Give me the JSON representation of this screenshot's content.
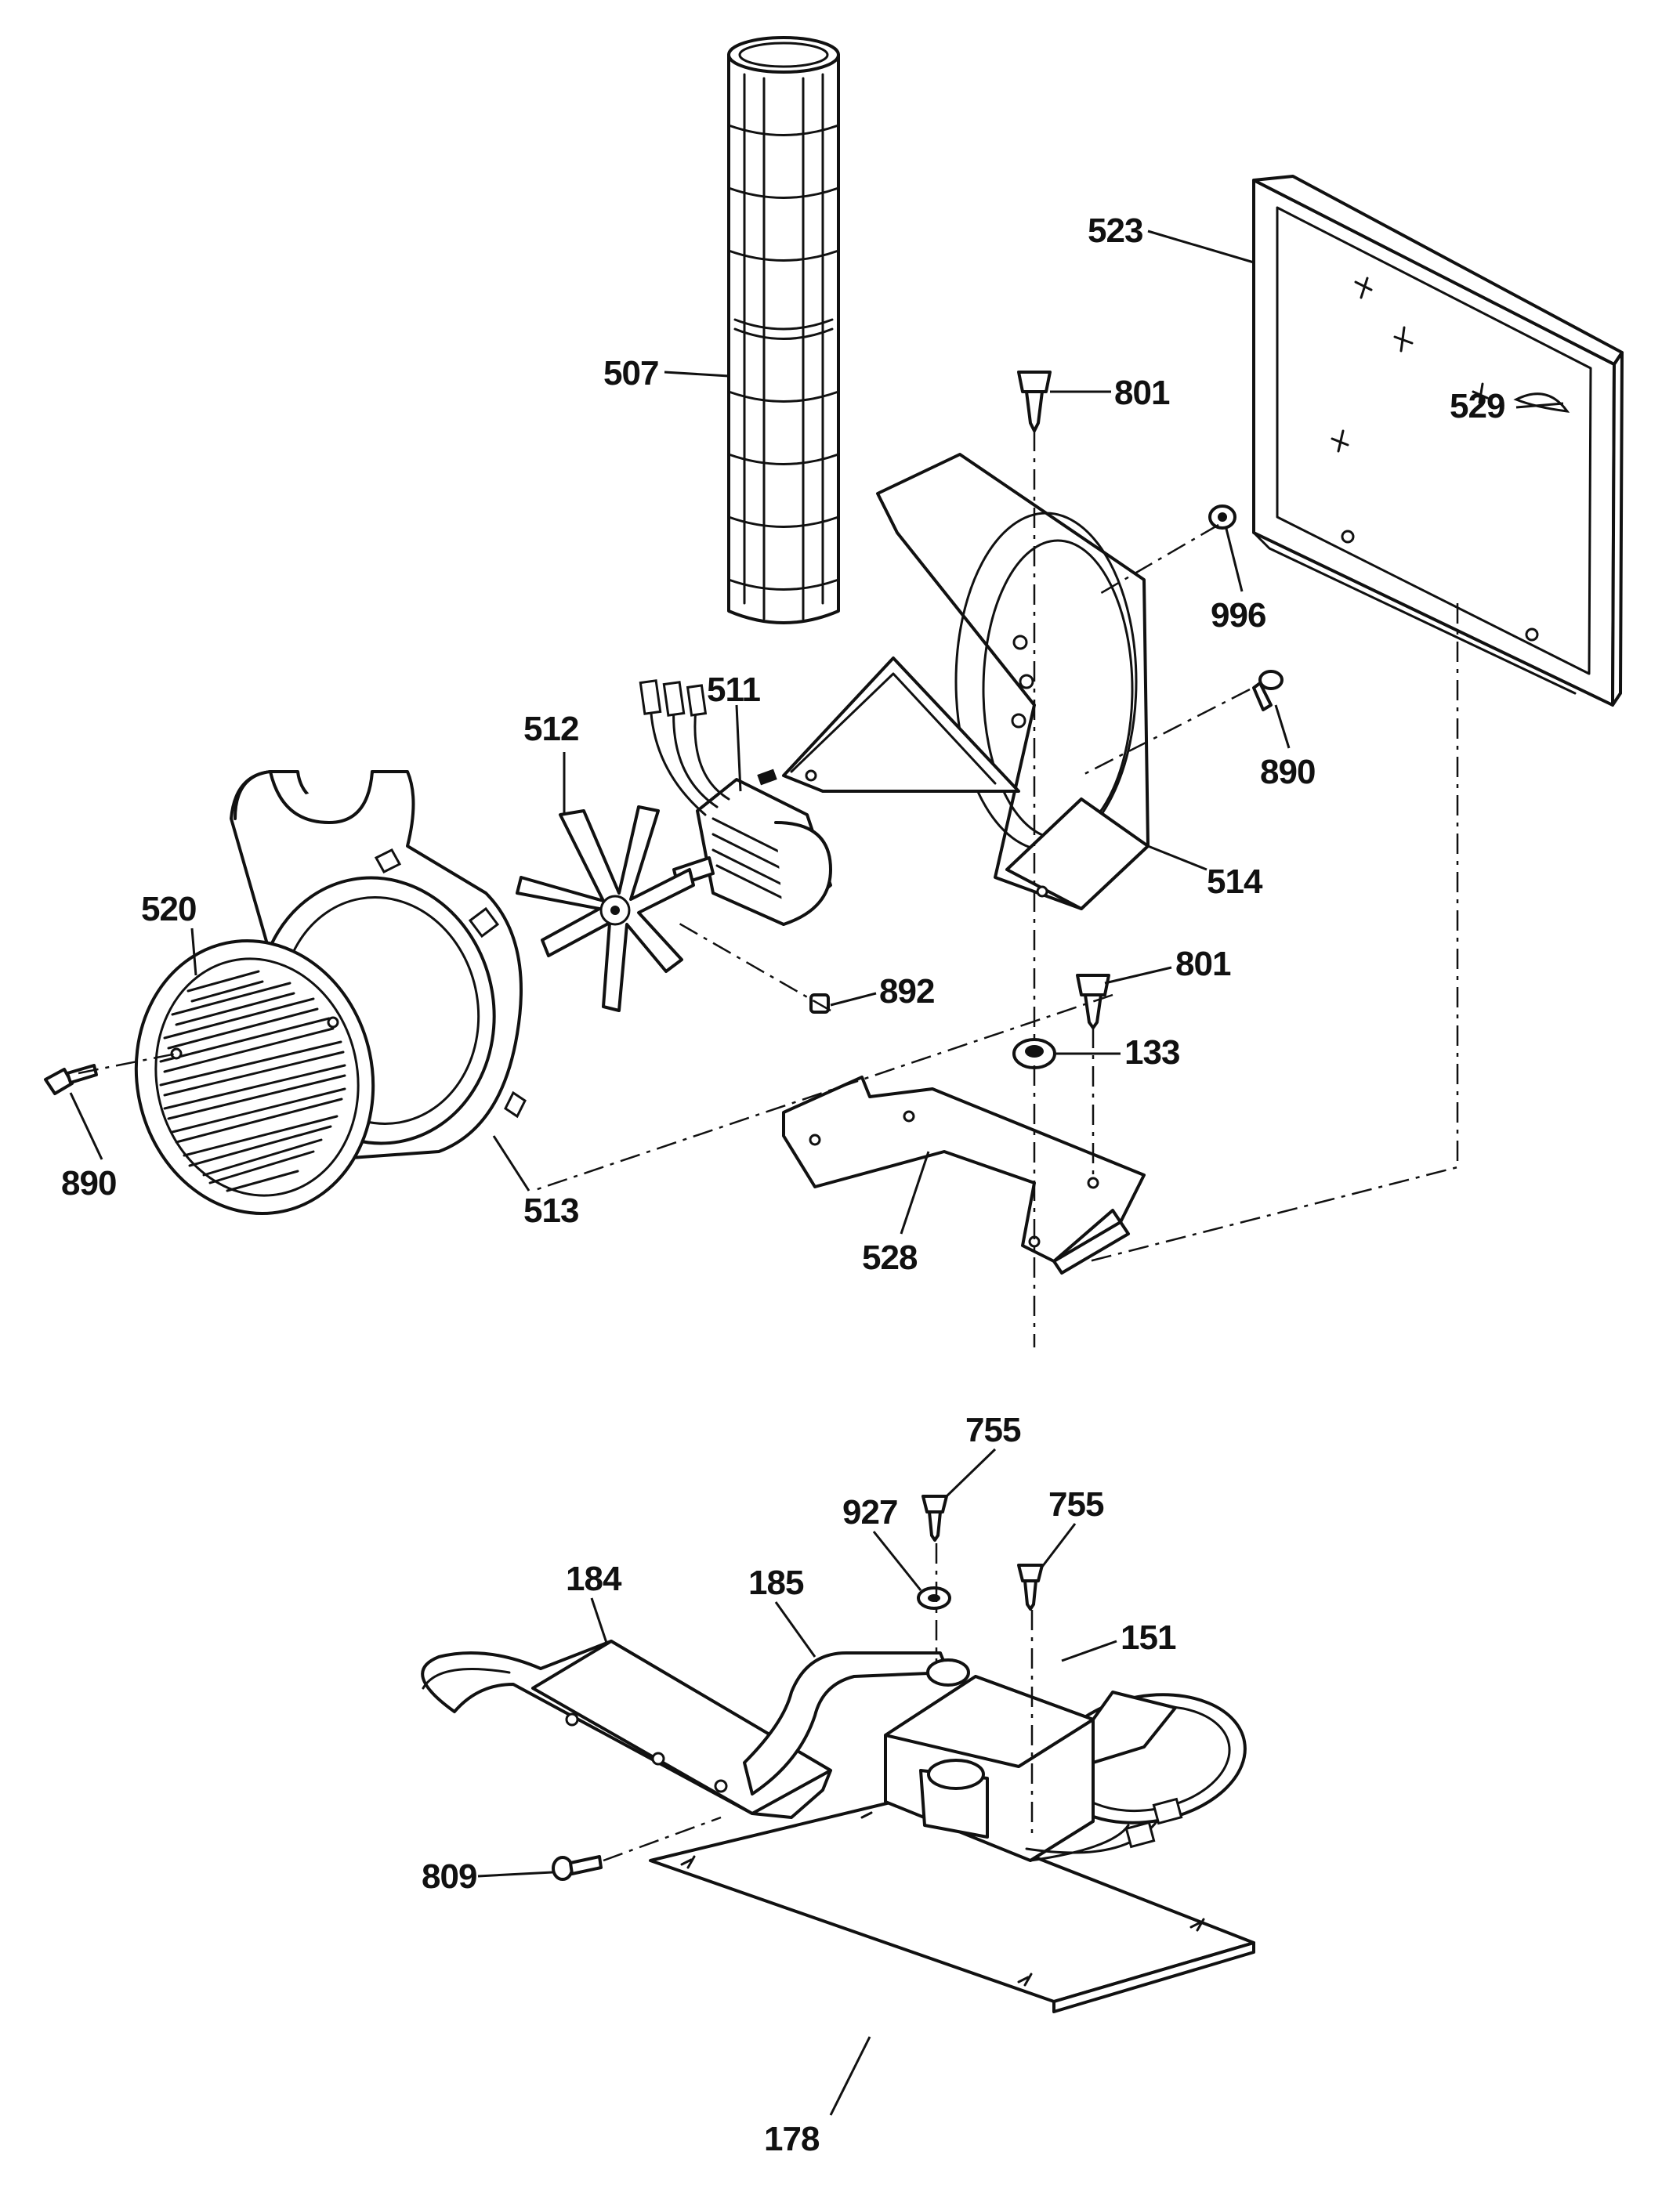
{
  "callouts": [
    {
      "id": "c507",
      "text": "507"
    },
    {
      "id": "c523",
      "text": "523"
    },
    {
      "id": "c801a",
      "text": "801"
    },
    {
      "id": "c529",
      "text": "529"
    },
    {
      "id": "c996",
      "text": "996"
    },
    {
      "id": "c511",
      "text": "511"
    },
    {
      "id": "c512",
      "text": "512"
    },
    {
      "id": "c890a",
      "text": "890"
    },
    {
      "id": "c514",
      "text": "514"
    },
    {
      "id": "c520",
      "text": "520"
    },
    {
      "id": "c801b",
      "text": "801"
    },
    {
      "id": "c892",
      "text": "892"
    },
    {
      "id": "c133",
      "text": "133"
    },
    {
      "id": "c890b",
      "text": "890"
    },
    {
      "id": "c513",
      "text": "513"
    },
    {
      "id": "c528",
      "text": "528"
    },
    {
      "id": "c755a",
      "text": "755"
    },
    {
      "id": "c927",
      "text": "927"
    },
    {
      "id": "c755b",
      "text": "755"
    },
    {
      "id": "c184",
      "text": "184"
    },
    {
      "id": "c185",
      "text": "185"
    },
    {
      "id": "c151",
      "text": "151"
    },
    {
      "id": "c809",
      "text": "809"
    },
    {
      "id": "c178",
      "text": "178"
    }
  ],
  "colors": {
    "ink": "#111111",
    "paper": "#ffffff"
  }
}
